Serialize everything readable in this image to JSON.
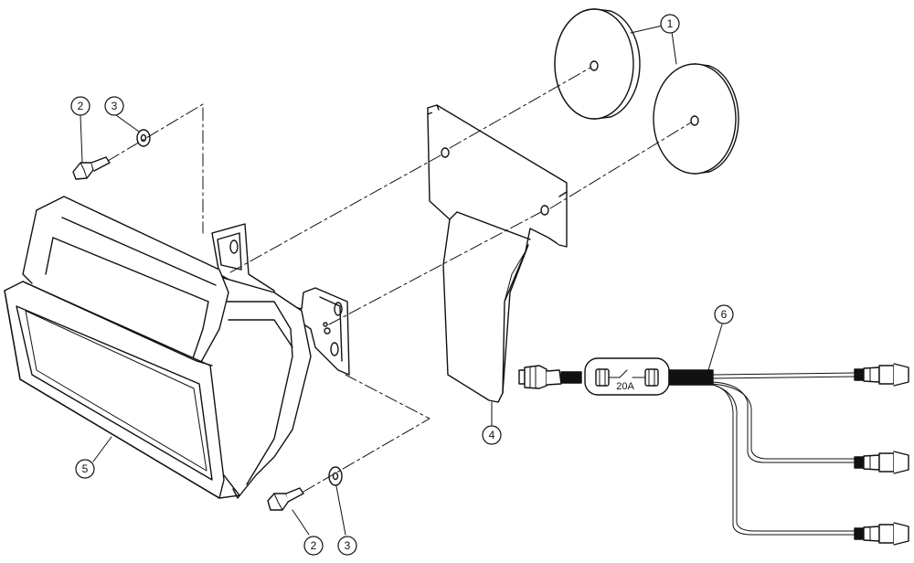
{
  "diagram": {
    "callouts": [
      {
        "id": "callout-1a",
        "label": "1"
      },
      {
        "id": "callout-2a",
        "label": "2"
      },
      {
        "id": "callout-3a",
        "label": "3"
      },
      {
        "id": "callout-4",
        "label": "4"
      },
      {
        "id": "callout-5",
        "label": "5"
      },
      {
        "id": "callout-6",
        "label": "6"
      },
      {
        "id": "callout-2b",
        "label": "2"
      },
      {
        "id": "callout-3b",
        "label": "3"
      }
    ],
    "fuse_label": "20A"
  }
}
